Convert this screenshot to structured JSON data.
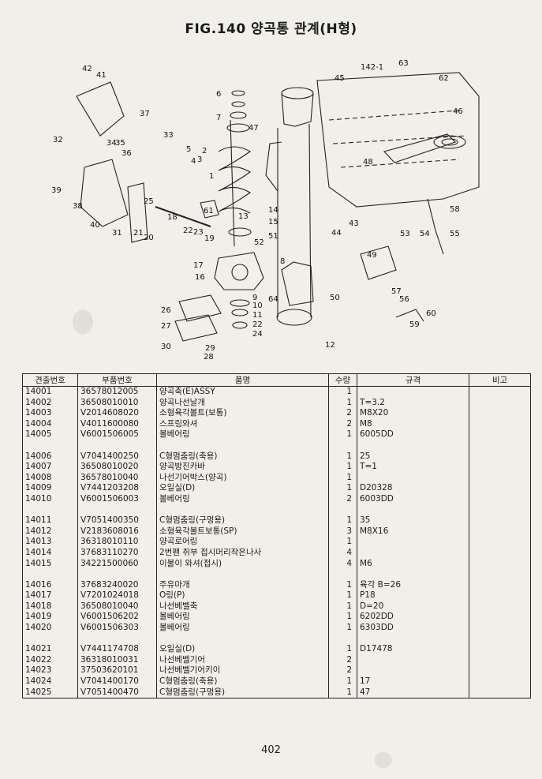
{
  "title": "FIG.140 양곡통 관계(H형)",
  "page_number": "402",
  "callouts": [
    "1",
    "2",
    "3",
    "4",
    "5",
    "6",
    "7",
    "8",
    "9",
    "10",
    "11",
    "12",
    "13",
    "14",
    "15",
    "16",
    "17",
    "18",
    "19",
    "20",
    "21",
    "22",
    "23",
    "24",
    "25",
    "26",
    "27",
    "28",
    "29",
    "30",
    "31",
    "32",
    "33",
    "34",
    "35",
    "36",
    "37",
    "38",
    "39",
    "40",
    "41",
    "42",
    "43",
    "44",
    "45",
    "46",
    "47",
    "48",
    "49",
    "50",
    "51",
    "52",
    "53",
    "54",
    "55",
    "56",
    "57",
    "58",
    "59",
    "60",
    "61",
    "62",
    "63",
    "64",
    "142-1"
  ],
  "table": {
    "headers": [
      "견출번호",
      "부품번호",
      "품명",
      "수량",
      "규격",
      "비고"
    ],
    "groups": [
      [
        {
          "no": "14001",
          "part": "36578012005",
          "name": "양곡축(E)ASSY",
          "qty": "1",
          "spec": "",
          "note": ""
        },
        {
          "no": "14002",
          "part": "36508010010",
          "name": "양곡나선날개",
          "qty": "1",
          "spec": "T=3.2",
          "note": ""
        },
        {
          "no": "14003",
          "part": "V2014608020",
          "name": "소형육각볼트(보통)",
          "qty": "2",
          "spec": "M8X20",
          "note": ""
        },
        {
          "no": "14004",
          "part": "V4011600080",
          "name": "스프링와셔",
          "qty": "2",
          "spec": "M8",
          "note": ""
        },
        {
          "no": "14005",
          "part": "V6001506005",
          "name": "볼베어링",
          "qty": "1",
          "spec": "6005DD",
          "note": ""
        }
      ],
      [
        {
          "no": "14006",
          "part": "V7041400250",
          "name": "C형멈춤링(축용)",
          "qty": "1",
          "spec": "25",
          "note": ""
        },
        {
          "no": "14007",
          "part": "36508010020",
          "name": "양곡방진카바",
          "qty": "1",
          "spec": "T=1",
          "note": ""
        },
        {
          "no": "14008",
          "part": "36578010040",
          "name": "나선기어박스(양곡)",
          "qty": "1",
          "spec": "",
          "note": ""
        },
        {
          "no": "14009",
          "part": "V7441203208",
          "name": "오일실(D)",
          "qty": "1",
          "spec": "D20328",
          "note": ""
        },
        {
          "no": "14010",
          "part": "V6001506003",
          "name": "볼베어링",
          "qty": "2",
          "spec": "6003DD",
          "note": ""
        }
      ],
      [
        {
          "no": "14011",
          "part": "V7051400350",
          "name": "C형멈춤링(구멍용)",
          "qty": "1",
          "spec": "35",
          "note": ""
        },
        {
          "no": "14012",
          "part": "V2183608016",
          "name": "소형육각볼트보통(SP)",
          "qty": "3",
          "spec": "M8X16",
          "note": ""
        },
        {
          "no": "14013",
          "part": "36318010110",
          "name": "양곡로어링",
          "qty": "1",
          "spec": "",
          "note": ""
        },
        {
          "no": "14014",
          "part": "37683110270",
          "name": "2번팬 취부 접시머리작은나사",
          "qty": "4",
          "spec": "",
          "note": ""
        },
        {
          "no": "14015",
          "part": "34221500060",
          "name": "이불이 와셔(접시)",
          "qty": "4",
          "spec": "M6",
          "note": ""
        }
      ],
      [
        {
          "no": "14016",
          "part": "37683240020",
          "name": "주유마개",
          "qty": "1",
          "spec": "육각 B=26",
          "note": ""
        },
        {
          "no": "14017",
          "part": "V7201024018",
          "name": "O링(P)",
          "qty": "1",
          "spec": "P18",
          "note": ""
        },
        {
          "no": "14018",
          "part": "36508010040",
          "name": "나선베벨축",
          "qty": "1",
          "spec": "D=20",
          "note": ""
        },
        {
          "no": "14019",
          "part": "V6001506202",
          "name": "볼베어링",
          "qty": "1",
          "spec": "6202DD",
          "note": ""
        },
        {
          "no": "14020",
          "part": "V6001506303",
          "name": "볼베어링",
          "qty": "1",
          "spec": "6303DD",
          "note": ""
        }
      ],
      [
        {
          "no": "14021",
          "part": "V7441174708",
          "name": "오일실(D)",
          "qty": "1",
          "spec": "D17478",
          "note": ""
        },
        {
          "no": "14022",
          "part": "36318010031",
          "name": "나선베벨기어",
          "qty": "2",
          "spec": "",
          "note": ""
        },
        {
          "no": "14023",
          "part": "37503620101",
          "name": "나선베벨기어키이",
          "qty": "2",
          "spec": "",
          "note": ""
        },
        {
          "no": "14024",
          "part": "V7041400170",
          "name": "C형멈춤링(축용)",
          "qty": "1",
          "spec": "17",
          "note": ""
        },
        {
          "no": "14025",
          "part": "V7051400470",
          "name": "C형멈춤링(구멍용)",
          "qty": "1",
          "spec": "47",
          "note": ""
        }
      ]
    ]
  }
}
